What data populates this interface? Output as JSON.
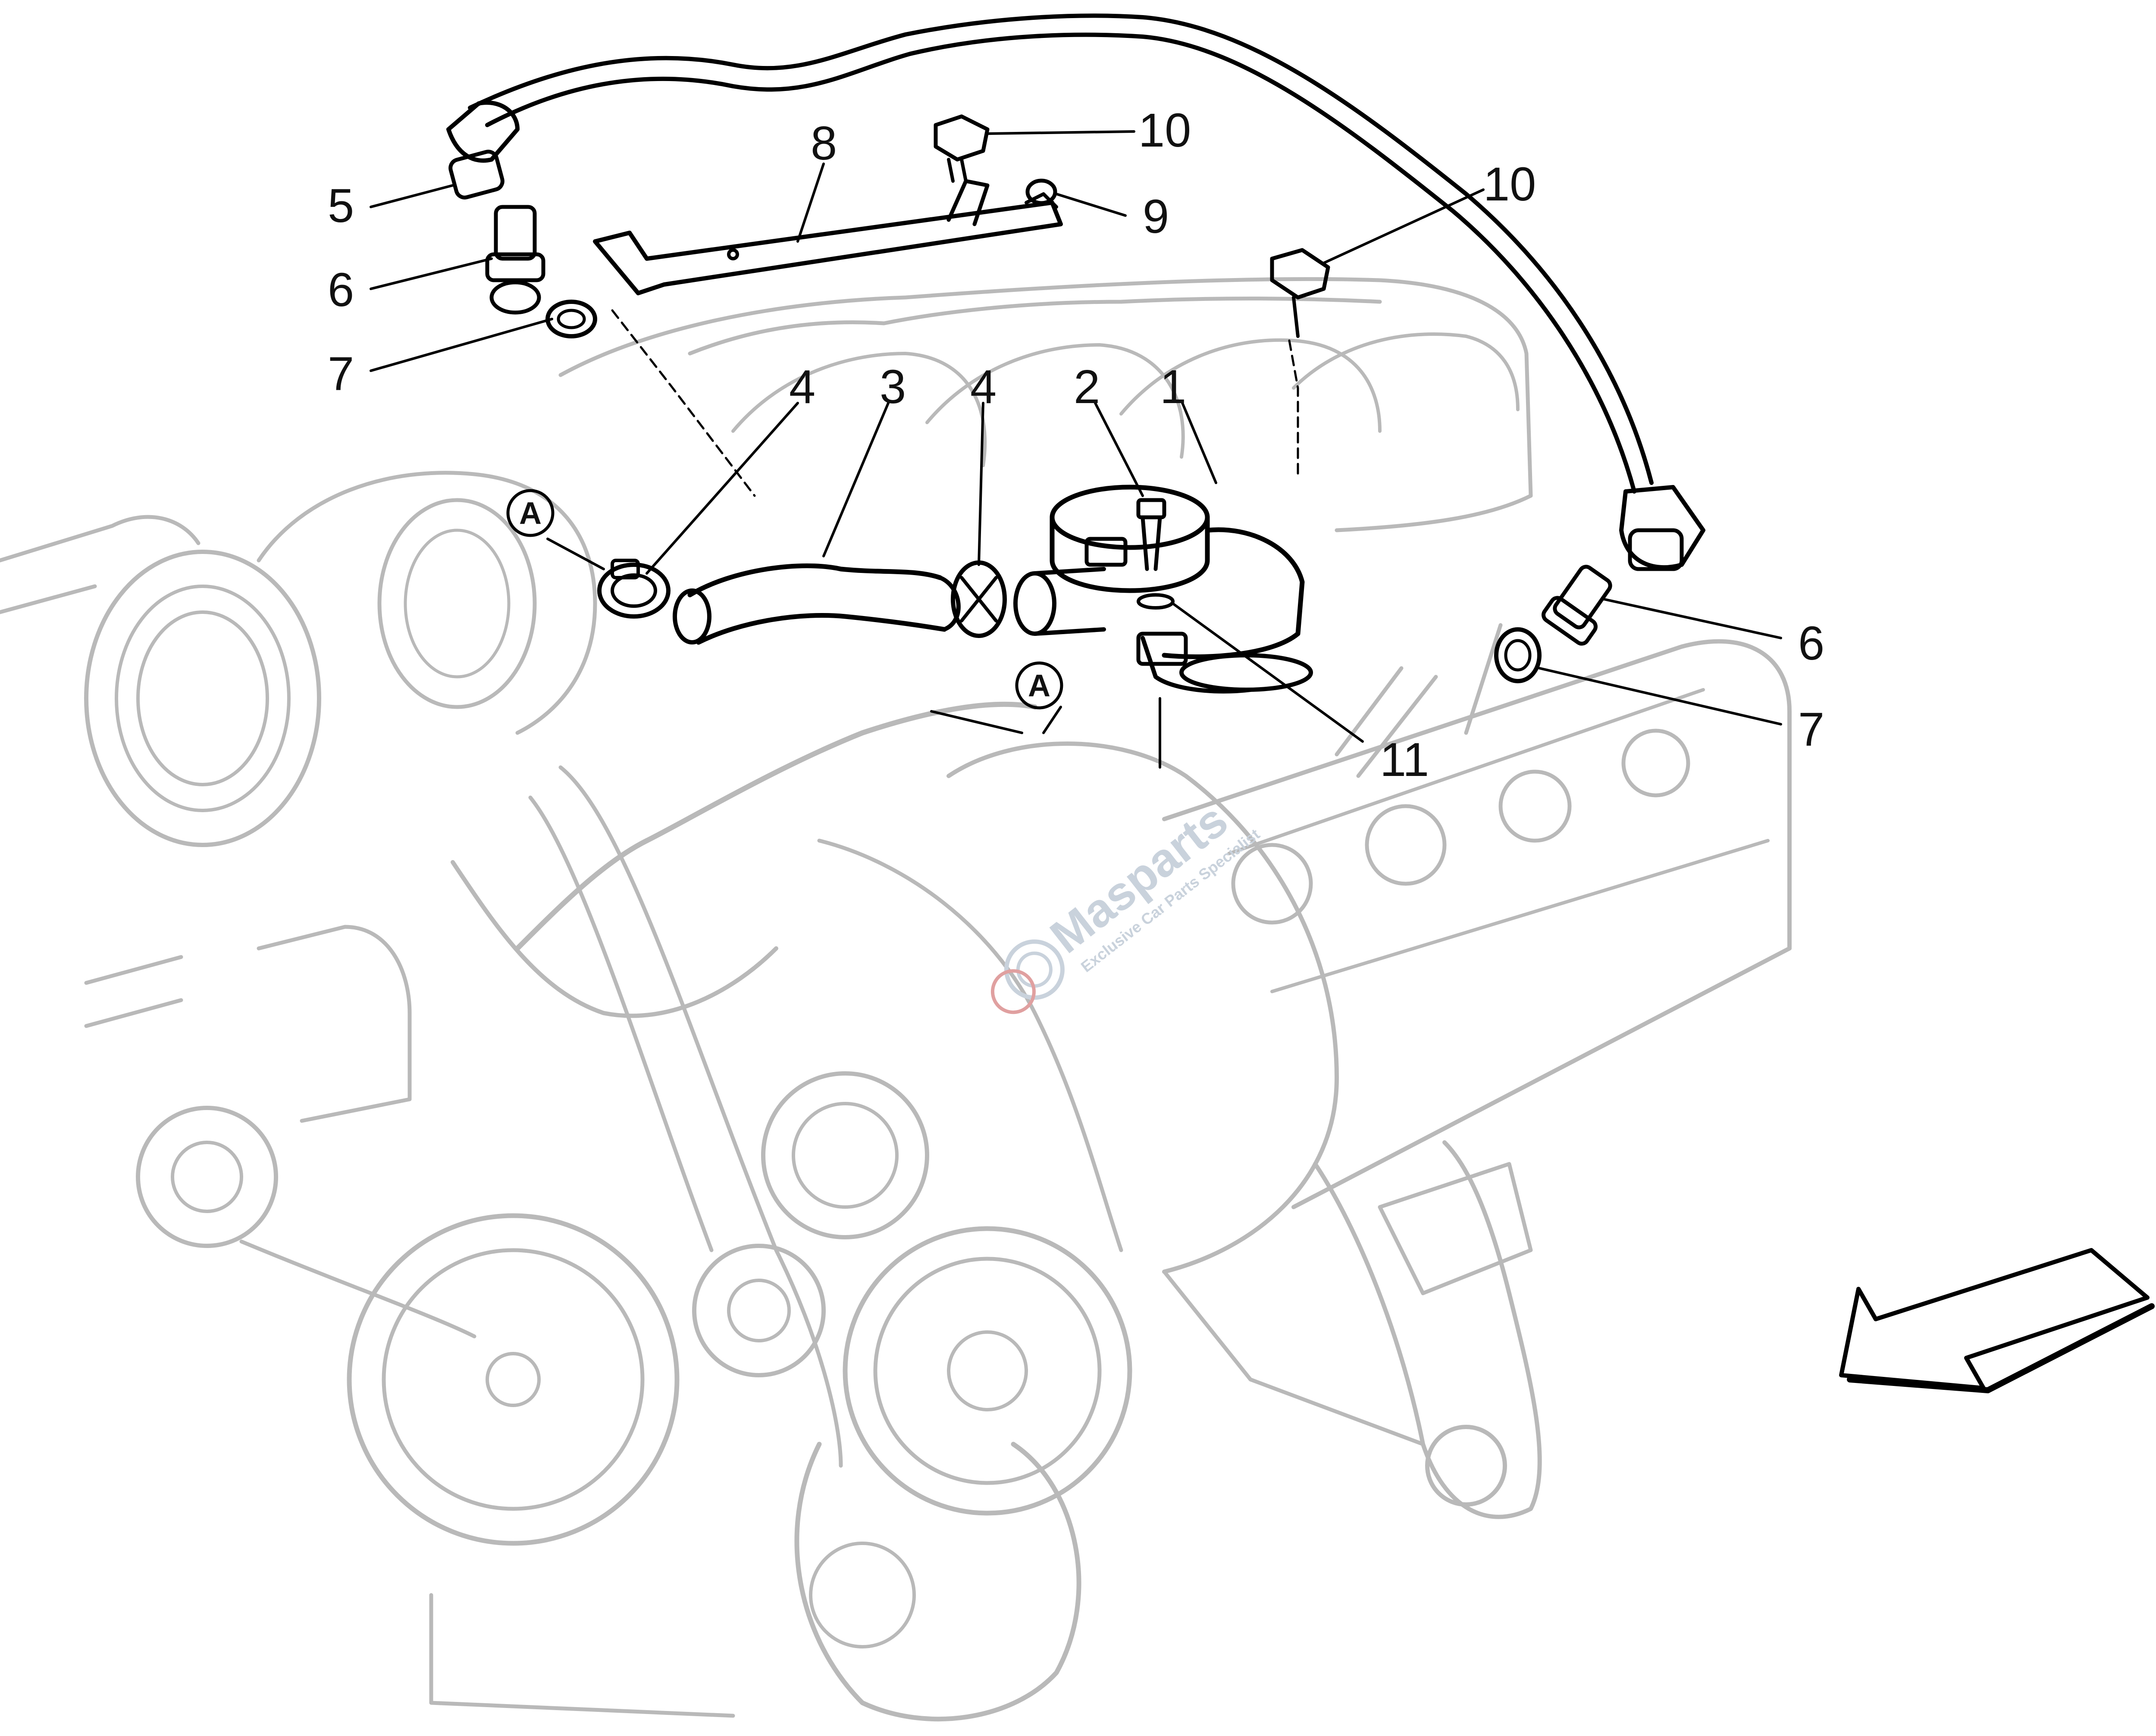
{
  "callouts": [
    {
      "id": "c1",
      "label": "1"
    },
    {
      "id": "c2",
      "label": "2"
    },
    {
      "id": "c3",
      "label": "3"
    },
    {
      "id": "c4a",
      "label": "4"
    },
    {
      "id": "c4b",
      "label": "4"
    },
    {
      "id": "c5",
      "label": "5"
    },
    {
      "id": "c6a",
      "label": "6"
    },
    {
      "id": "c6b",
      "label": "6"
    },
    {
      "id": "c7a",
      "label": "7"
    },
    {
      "id": "c7b",
      "label": "7"
    },
    {
      "id": "c8",
      "label": "8"
    },
    {
      "id": "c9",
      "label": "9"
    },
    {
      "id": "c10a",
      "label": "10"
    },
    {
      "id": "c10b",
      "label": "10"
    },
    {
      "id": "c11",
      "label": "11"
    }
  ],
  "references": [
    {
      "id": "refA1",
      "label": "A"
    },
    {
      "id": "refA2",
      "label": "A"
    }
  ],
  "watermark": {
    "brand": "Masparts",
    "tagline": "Exclusive Car Parts Specialist"
  },
  "colors": {
    "line": "#000000",
    "ghost_line": "#b9b9b9",
    "watermark": "#c9d2dc",
    "watermark_accent": "#e0a0a0"
  },
  "icons": {
    "direction_arrow": "front-direction-arrow-icon",
    "watermark_logo": "masparts-logo-icon"
  }
}
